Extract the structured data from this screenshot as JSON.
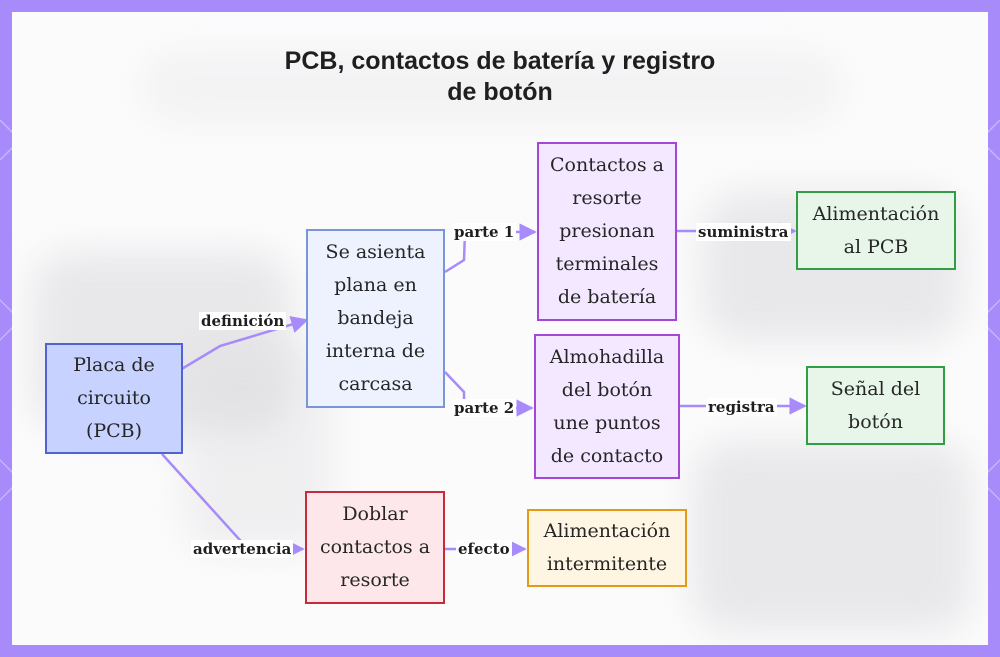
{
  "title_lines": [
    "PCB, contactos de batería y registro",
    "de botón"
  ],
  "nodes": {
    "pcb": "Placa de circuito (PCB)",
    "bandeja": "Se asienta plana en bandeja interna de carcasa",
    "contactos": "Contactos a resorte presionan terminales de batería",
    "almohadilla": "Almohadilla del botón une puntos de contacto",
    "alimentacion": "Alimentación al PCB",
    "senal": "Señal del botón",
    "doblar": "Doblar contactos a resorte",
    "intermitente": "Alimentación intermitente"
  },
  "edges": {
    "definicion": "definición",
    "parte1": "parte 1",
    "parte2": "parte 2",
    "suministra": "suministra",
    "registra": "registra",
    "advertencia": "advertencia",
    "efecto": "efecto"
  },
  "colors": {
    "frame": "#a78bfa",
    "edge": "#a78bfa",
    "pcb_border": "#4f63d2",
    "purple_border": "#a347d6",
    "green_border": "#2f9e44",
    "red_border": "#c92a3a",
    "orange_border": "#e39a16"
  }
}
